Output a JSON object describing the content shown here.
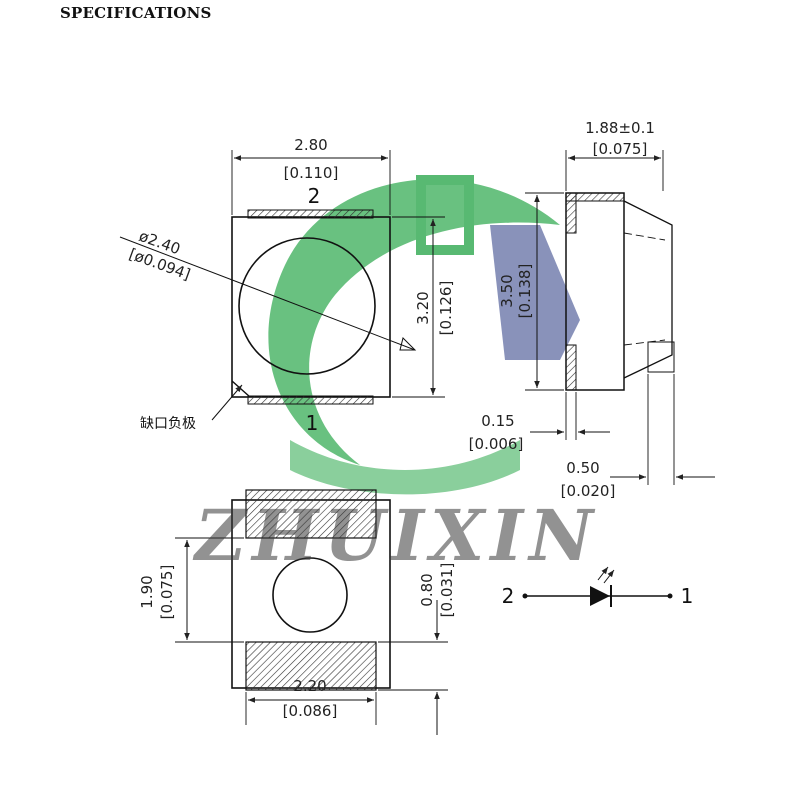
{
  "header": {
    "title": "SPECIFICATIONS"
  },
  "watermark": {
    "text": "ZHUIXIN",
    "colors": {
      "green": "#2fa84f",
      "blue": "#3a4a8c",
      "gray": "#3a3a3a"
    }
  },
  "top_view": {
    "width": "2.80",
    "width_in": "[0.110]",
    "height": "3.20",
    "height_in": "[0.126]",
    "lens_dia": "ø2.40",
    "lens_dia_in": "[ø0.094]",
    "pin_top": "2",
    "pin_bottom": "1",
    "cathode_note": "缺口负极"
  },
  "side_view": {
    "thickness": "1.88±0.1",
    "thickness_in": "[0.075]",
    "height": "3.50",
    "height_in": "[0.138]",
    "gap": "0.15",
    "gap_in": "[0.006]",
    "lead": "0.50",
    "lead_in": "[0.020]"
  },
  "bottom_view": {
    "pad_gap": "1.90",
    "pad_gap_in": "[0.075]",
    "pad_len": "0.80",
    "pad_len_in": "[0.031]",
    "pad_width": "2.20",
    "pad_width_in": "[0.086]"
  },
  "symbol": {
    "anode": "2",
    "cathode": "1"
  }
}
